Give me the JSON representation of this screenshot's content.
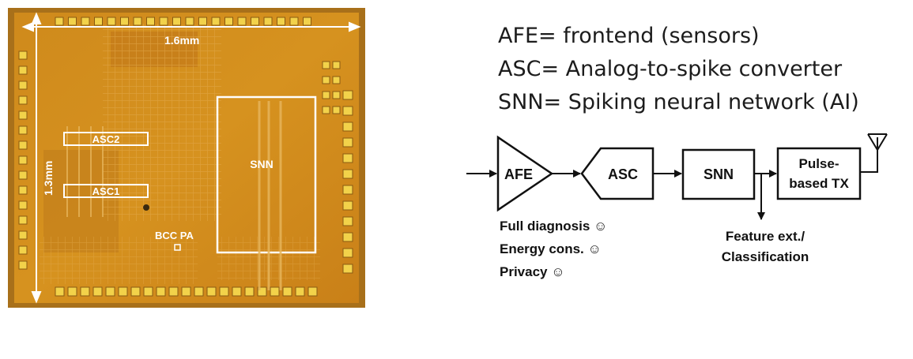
{
  "chip_photo": {
    "width_label": "1.6mm",
    "height_label": "1.3mm",
    "blocks": {
      "asc2": "ASC2",
      "asc1": "ASC1",
      "snn": "SNN",
      "bcc_pa": "BCC PA"
    }
  },
  "legend": [
    "AFE= frontend (sensors)",
    "ASC= Analog-to-spike converter",
    "SNN= Spiking neural network (AI)"
  ],
  "block_diagram": {
    "afe": "AFE",
    "asc": "ASC",
    "snn": "SNN",
    "tx_line1": "Pulse-",
    "tx_line2": "based TX",
    "benefits": [
      "Full diagnosis ☺",
      "Energy cons. ☺",
      "Privacy ☺"
    ],
    "output_line1": "Feature ext./",
    "output_line2": "Classification"
  }
}
